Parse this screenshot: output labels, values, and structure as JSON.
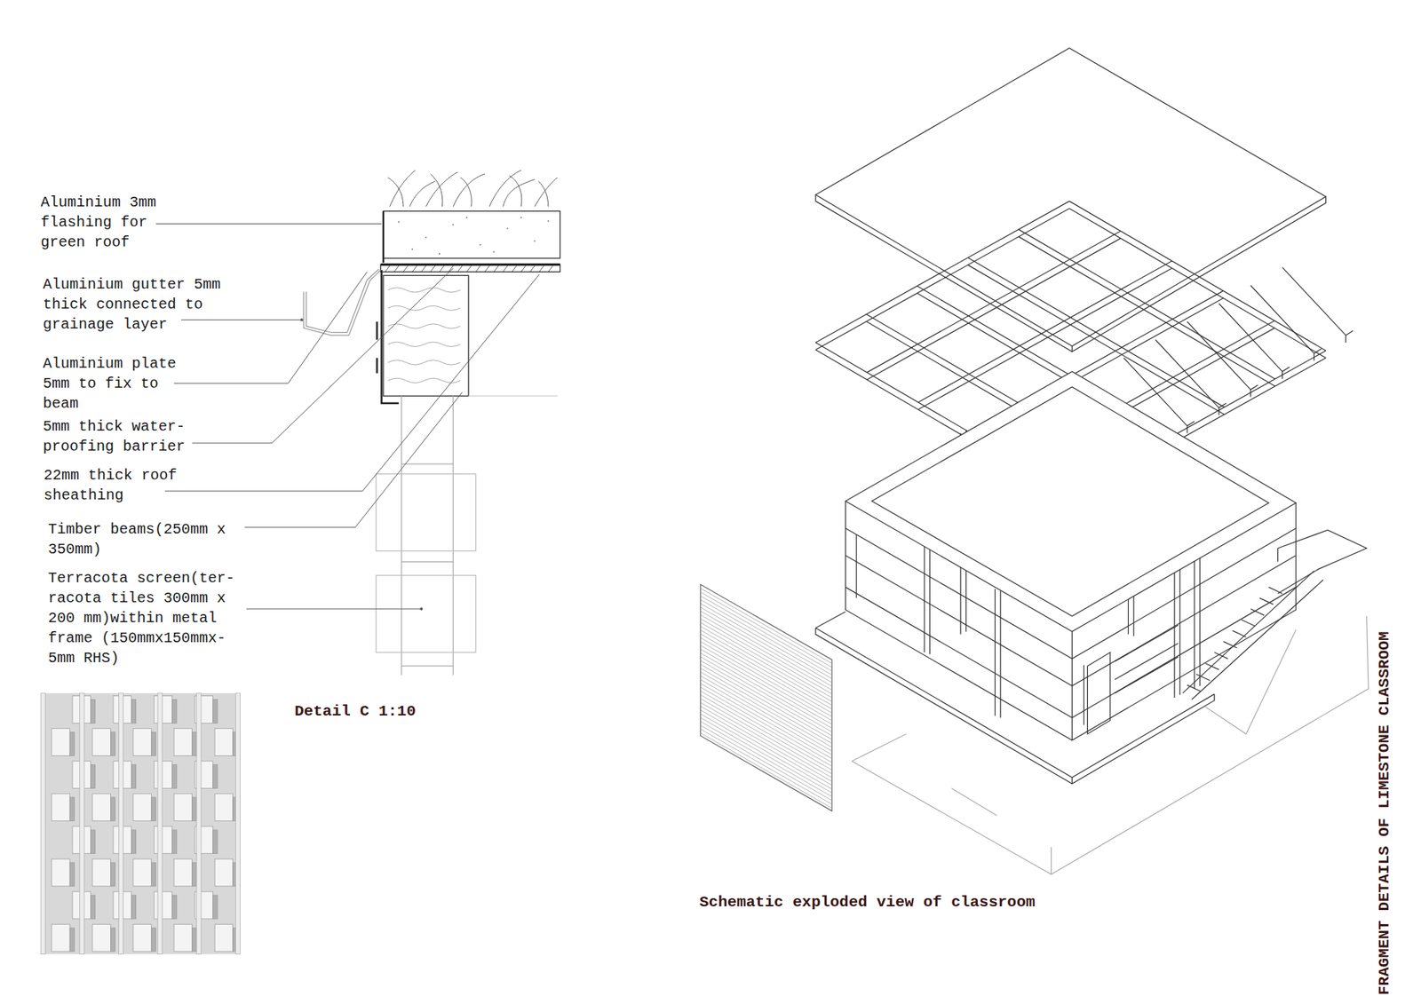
{
  "diagram": {
    "title": "FRAGMENT DETAILS OF LIMESTONE CLASSROOM",
    "labels": [
      "Aluminium 3mm flashing for green roof",
      "Aluminium gutter 5mm thick connected to grainage layer",
      "Aluminium plate 5mm to fix to beam",
      "5mm thick water- proofing barrier",
      "22mm thick roof sheathing",
      "Timber beams(250mm x 350mm)",
      "Terracota screen(ter- racota tiles 300mm x 200 mm)within metal frame (150mmx150mmx- 5mm RHS)",
      "Detail C 1:10",
      "Schematic exploded view of classroom"
    ]
  }
}
